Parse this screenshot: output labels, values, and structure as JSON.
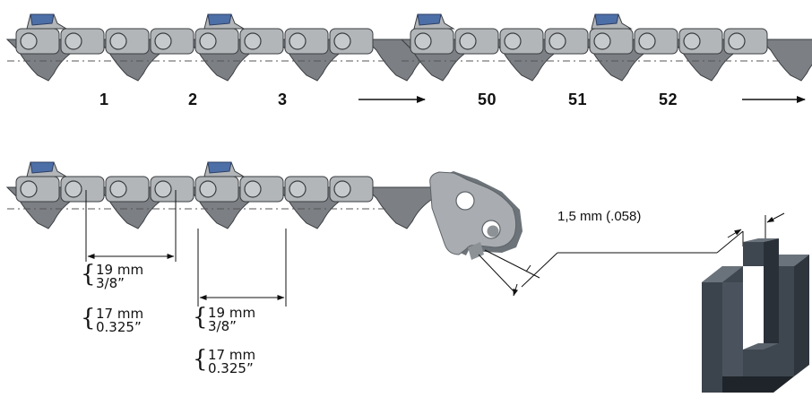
{
  "colors": {
    "link": "#b3b6b9",
    "link_stroke": "#3a3d40",
    "tie": "#7c8085",
    "rivet": "#c7cacd",
    "cutter": "#4d6fa8",
    "cutter_dark": "#2e3f63",
    "block": "#47505c",
    "block_front": "#59636f",
    "plate": "#a9adb1"
  },
  "chain_top_left": {
    "numbers": [
      "1",
      "2",
      "3"
    ]
  },
  "chain_top_right": {
    "numbers": [
      "50",
      "51",
      "52"
    ]
  },
  "pitch_left": {
    "primary": {
      "mm": "19 mm",
      "inch": "3/8”"
    },
    "alt": {
      "mm": "17 mm",
      "inch": "0.325”"
    }
  },
  "pitch_right": {
    "primary": {
      "mm": "19 mm",
      "inch": "3/8”"
    },
    "alt": {
      "mm": "17 mm",
      "inch": "0.325”"
    }
  },
  "gauge": {
    "label": "1,5 mm (.058)"
  }
}
